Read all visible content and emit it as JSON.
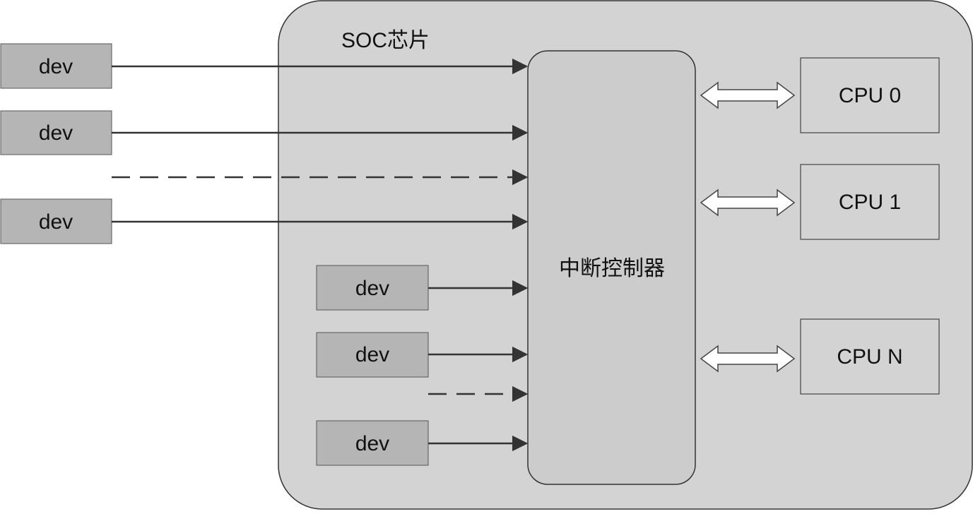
{
  "soc": {
    "title": "SOC芯片"
  },
  "controller": {
    "label": "中断控制器"
  },
  "external_devices": [
    {
      "label": "dev"
    },
    {
      "label": "dev"
    },
    {
      "label": "dev"
    }
  ],
  "internal_devices": [
    {
      "label": "dev"
    },
    {
      "label": "dev"
    },
    {
      "label": "dev"
    }
  ],
  "cpus": [
    {
      "label": "CPU 0"
    },
    {
      "label": "CPU 1"
    },
    {
      "label": "CPU N"
    }
  ],
  "colors": {
    "soc_fill": "#d3d3d3",
    "controller_fill": "#cccccc",
    "dev_fill": "#b5b5b5",
    "line": "#333333",
    "double_arrow_fill": "#ffffff"
  }
}
